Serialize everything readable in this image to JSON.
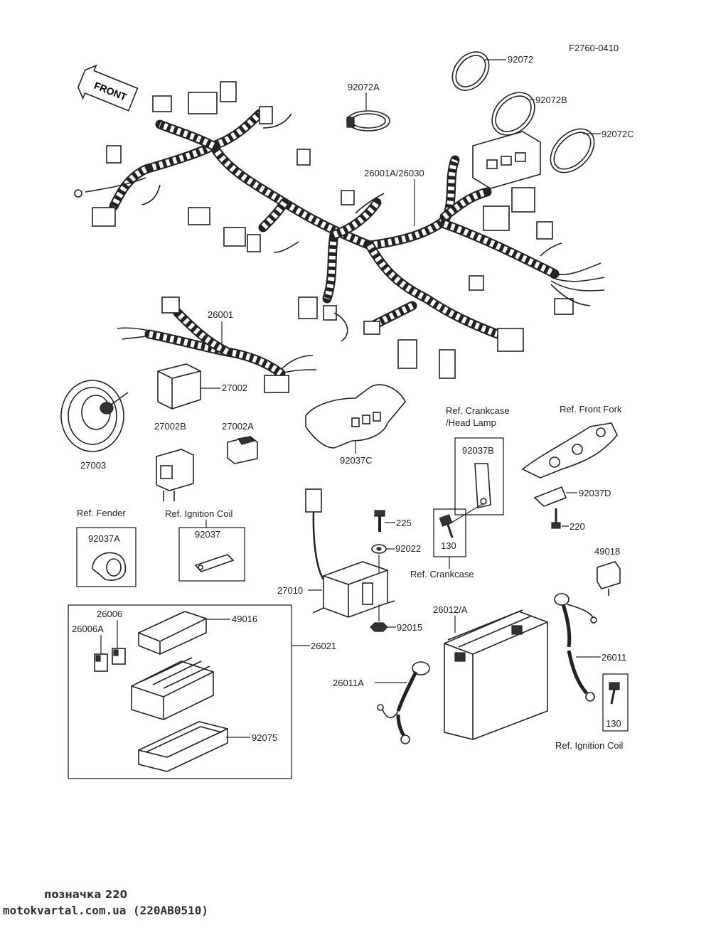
{
  "diagram_code": "F2760-0410",
  "front_label": "FRONT",
  "parts": {
    "p92072": "92072",
    "p92072A": "92072A",
    "p92072B": "92072B",
    "p92072C": "92072C",
    "p26001A_26030": "26001A/26030",
    "p26001": "26001",
    "p27002": "27002",
    "p27003": "27003",
    "p27002B": "27002B",
    "p27002A": "27002A",
    "p92037C": "92037C",
    "p92037B": "92037B",
    "p92037D": "92037D",
    "p220a": "220",
    "p49018": "49018",
    "p92037A": "92037A",
    "p92037": "92037",
    "p225": "225",
    "p92022": "92022",
    "p130a": "130",
    "p27010": "27010",
    "p92015": "92015",
    "p26006": "26006",
    "p26006A": "26006A",
    "p49016": "49016",
    "p26021": "26021",
    "p92075": "92075",
    "p26012A": "26012/A",
    "p26011": "26011",
    "p26011A": "26011A",
    "p130b": "130"
  },
  "refs": {
    "crankcase_headlamp_1": "Ref. Crankcase",
    "crankcase_headlamp_2": "/Head Lamp",
    "front_fork": "Ref. Front Fork",
    "fender": "Ref. Fender",
    "ignition_coil_1": "Ref. Ignition Coil",
    "crankcase": "Ref. Crankcase",
    "ignition_coil_2": "Ref. Ignition Coil"
  },
  "watermark": {
    "line1": "позначка 220",
    "line2": "motokvartal.com.ua (220AB0510)"
  }
}
